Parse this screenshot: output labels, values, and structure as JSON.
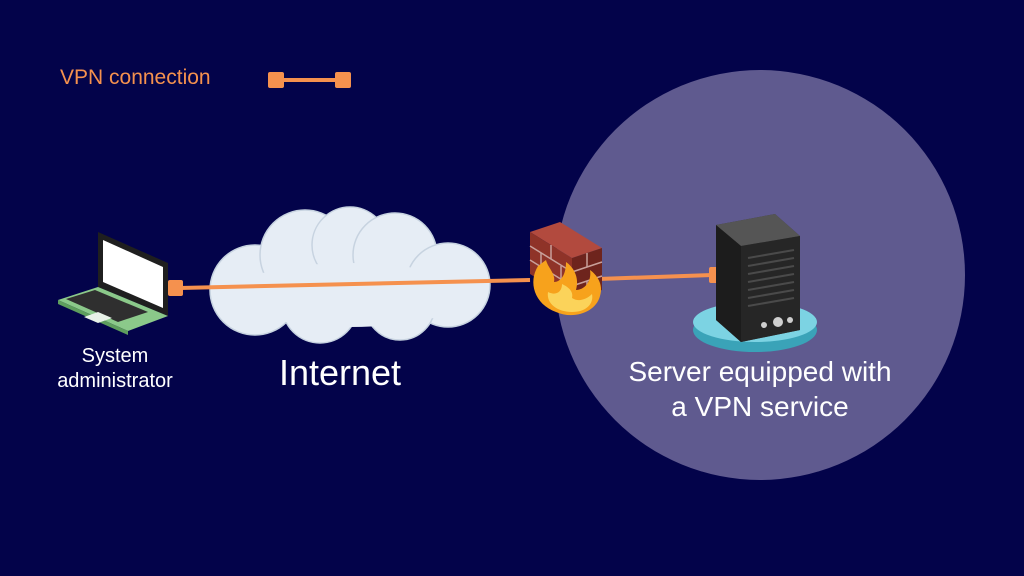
{
  "legend": {
    "label": "VPN connection",
    "line_color": "#f5914e"
  },
  "nodes": {
    "admin": {
      "line1": "System",
      "line2": "administrator",
      "icon": "laptop-icon"
    },
    "internet": {
      "label": "Internet",
      "icon": "cloud-icon"
    },
    "firewall": {
      "icon": "firewall-icon"
    },
    "server": {
      "line1": "Server equipped with",
      "line2": "a VPN service",
      "icon": "server-icon"
    }
  },
  "colors": {
    "background": "#03034a",
    "zone": "#5f5a8f",
    "vpn_line": "#f5914e",
    "text": "#ffffff"
  }
}
